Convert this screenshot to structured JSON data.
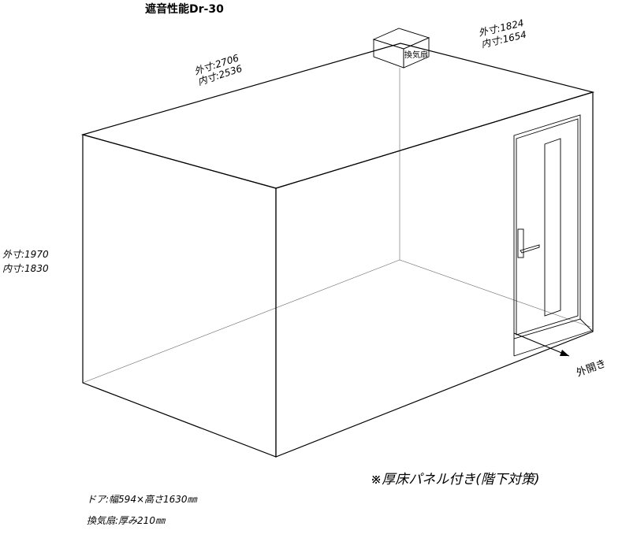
{
  "title": "遮音性能Dr-30",
  "dimensions": {
    "width": {
      "outer": "外寸:2706",
      "inner": "内寸:2536"
    },
    "depth": {
      "outer": "外寸:1824",
      "inner": "内寸:1654"
    },
    "height": {
      "outer": "外寸:1970",
      "inner": "内寸:1830"
    }
  },
  "fan_label": "換気扇",
  "door_open_label": "外開き",
  "note": "※厚床パネル付き(階下対策)",
  "specs": {
    "door": "ドア:幅594×高さ1630㎜",
    "fan": "換気扇:厚み210㎜"
  }
}
